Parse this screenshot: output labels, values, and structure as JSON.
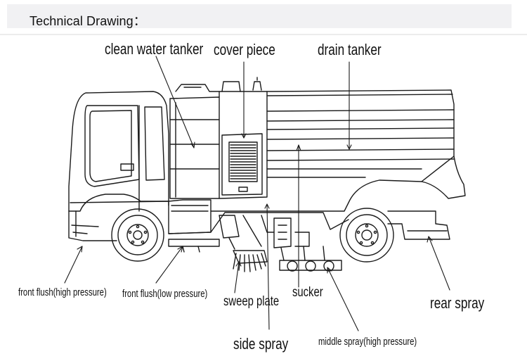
{
  "header": {
    "title": "Technical Drawing："
  },
  "labels": {
    "clean_water_tanker": "clean water tanker",
    "cover_piece": "cover piece",
    "drain_tanker": "drain tanker",
    "front_flush_high": "front flush(high pressure)",
    "front_flush_low": "front flush(low pressure)",
    "sweep_plate": "sweep plate",
    "sucker": "sucker",
    "rear_spray": "rear spray",
    "side_spray": "side spray",
    "middle_spray": "middle spray(high pressure)"
  },
  "colors": {
    "line": "#1a1a1a",
    "header_bg": "#f1f1f3",
    "background": "#ffffff"
  }
}
